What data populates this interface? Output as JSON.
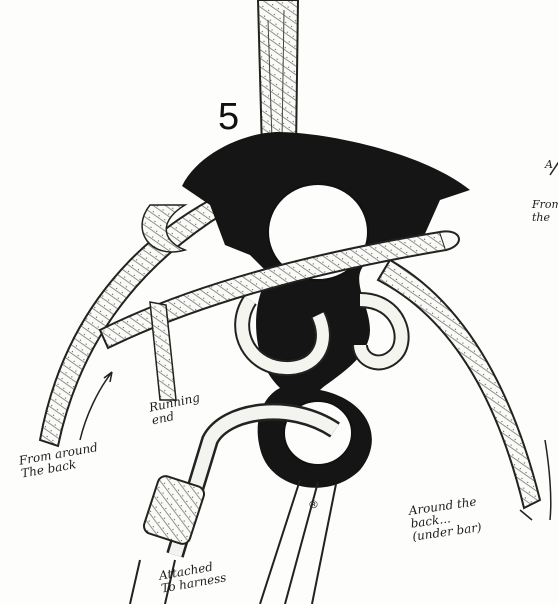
{
  "figure": {
    "step_number": "5",
    "circled_marker": "®",
    "labels": {
      "from_around_back": "From around\nThe back",
      "running_end": "Running\nend",
      "around_back_under": "Around the\nback...\n(under bar)",
      "attached_to_harness": "Attached\nTo harness",
      "cropped_right_top": "From\nthe",
      "cropped_right_arrow": "A"
    }
  }
}
